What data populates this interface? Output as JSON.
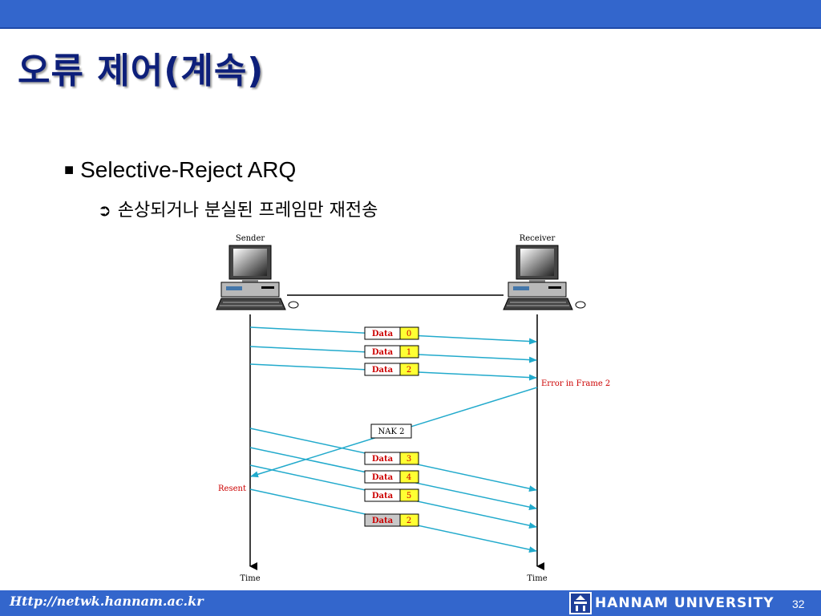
{
  "slide": {
    "title": "오류 제어(계속)",
    "bullets": [
      {
        "marker": "■",
        "text": "Selective-Reject ARQ"
      },
      {
        "marker": "➲",
        "text": "손상되거나 분실된 프레임만 재전송"
      }
    ]
  },
  "diagram": {
    "sender_label": "Sender",
    "receiver_label": "Receiver",
    "time_label_left": "Time",
    "time_label_right": "Time",
    "error_label": "Error in Frame 2",
    "resent_label": "Resent",
    "frames": [
      {
        "label": "Data",
        "num": "0",
        "resent": false
      },
      {
        "label": "Data",
        "num": "1",
        "resent": false
      },
      {
        "label": "Data",
        "num": "2",
        "resent": false
      },
      {
        "label": "Data",
        "num": "3",
        "resent": false
      },
      {
        "label": "Data",
        "num": "4",
        "resent": false
      },
      {
        "label": "Data",
        "num": "5",
        "resent": false
      },
      {
        "label": "Data",
        "num": "2",
        "resent": true
      }
    ],
    "nak_label": "NAK 2",
    "colors": {
      "arrow": "#22aacc",
      "frame_num_bg": "#ffff33",
      "resent_bg": "#c8c8c8",
      "frame_text": "#cc0000"
    }
  },
  "footer": {
    "url": "Http://netwk.hannam.ac.kr",
    "university": "HANNAM UNIVERSITY",
    "page": "32",
    "logo_icon": "hannam-logo-icon"
  }
}
